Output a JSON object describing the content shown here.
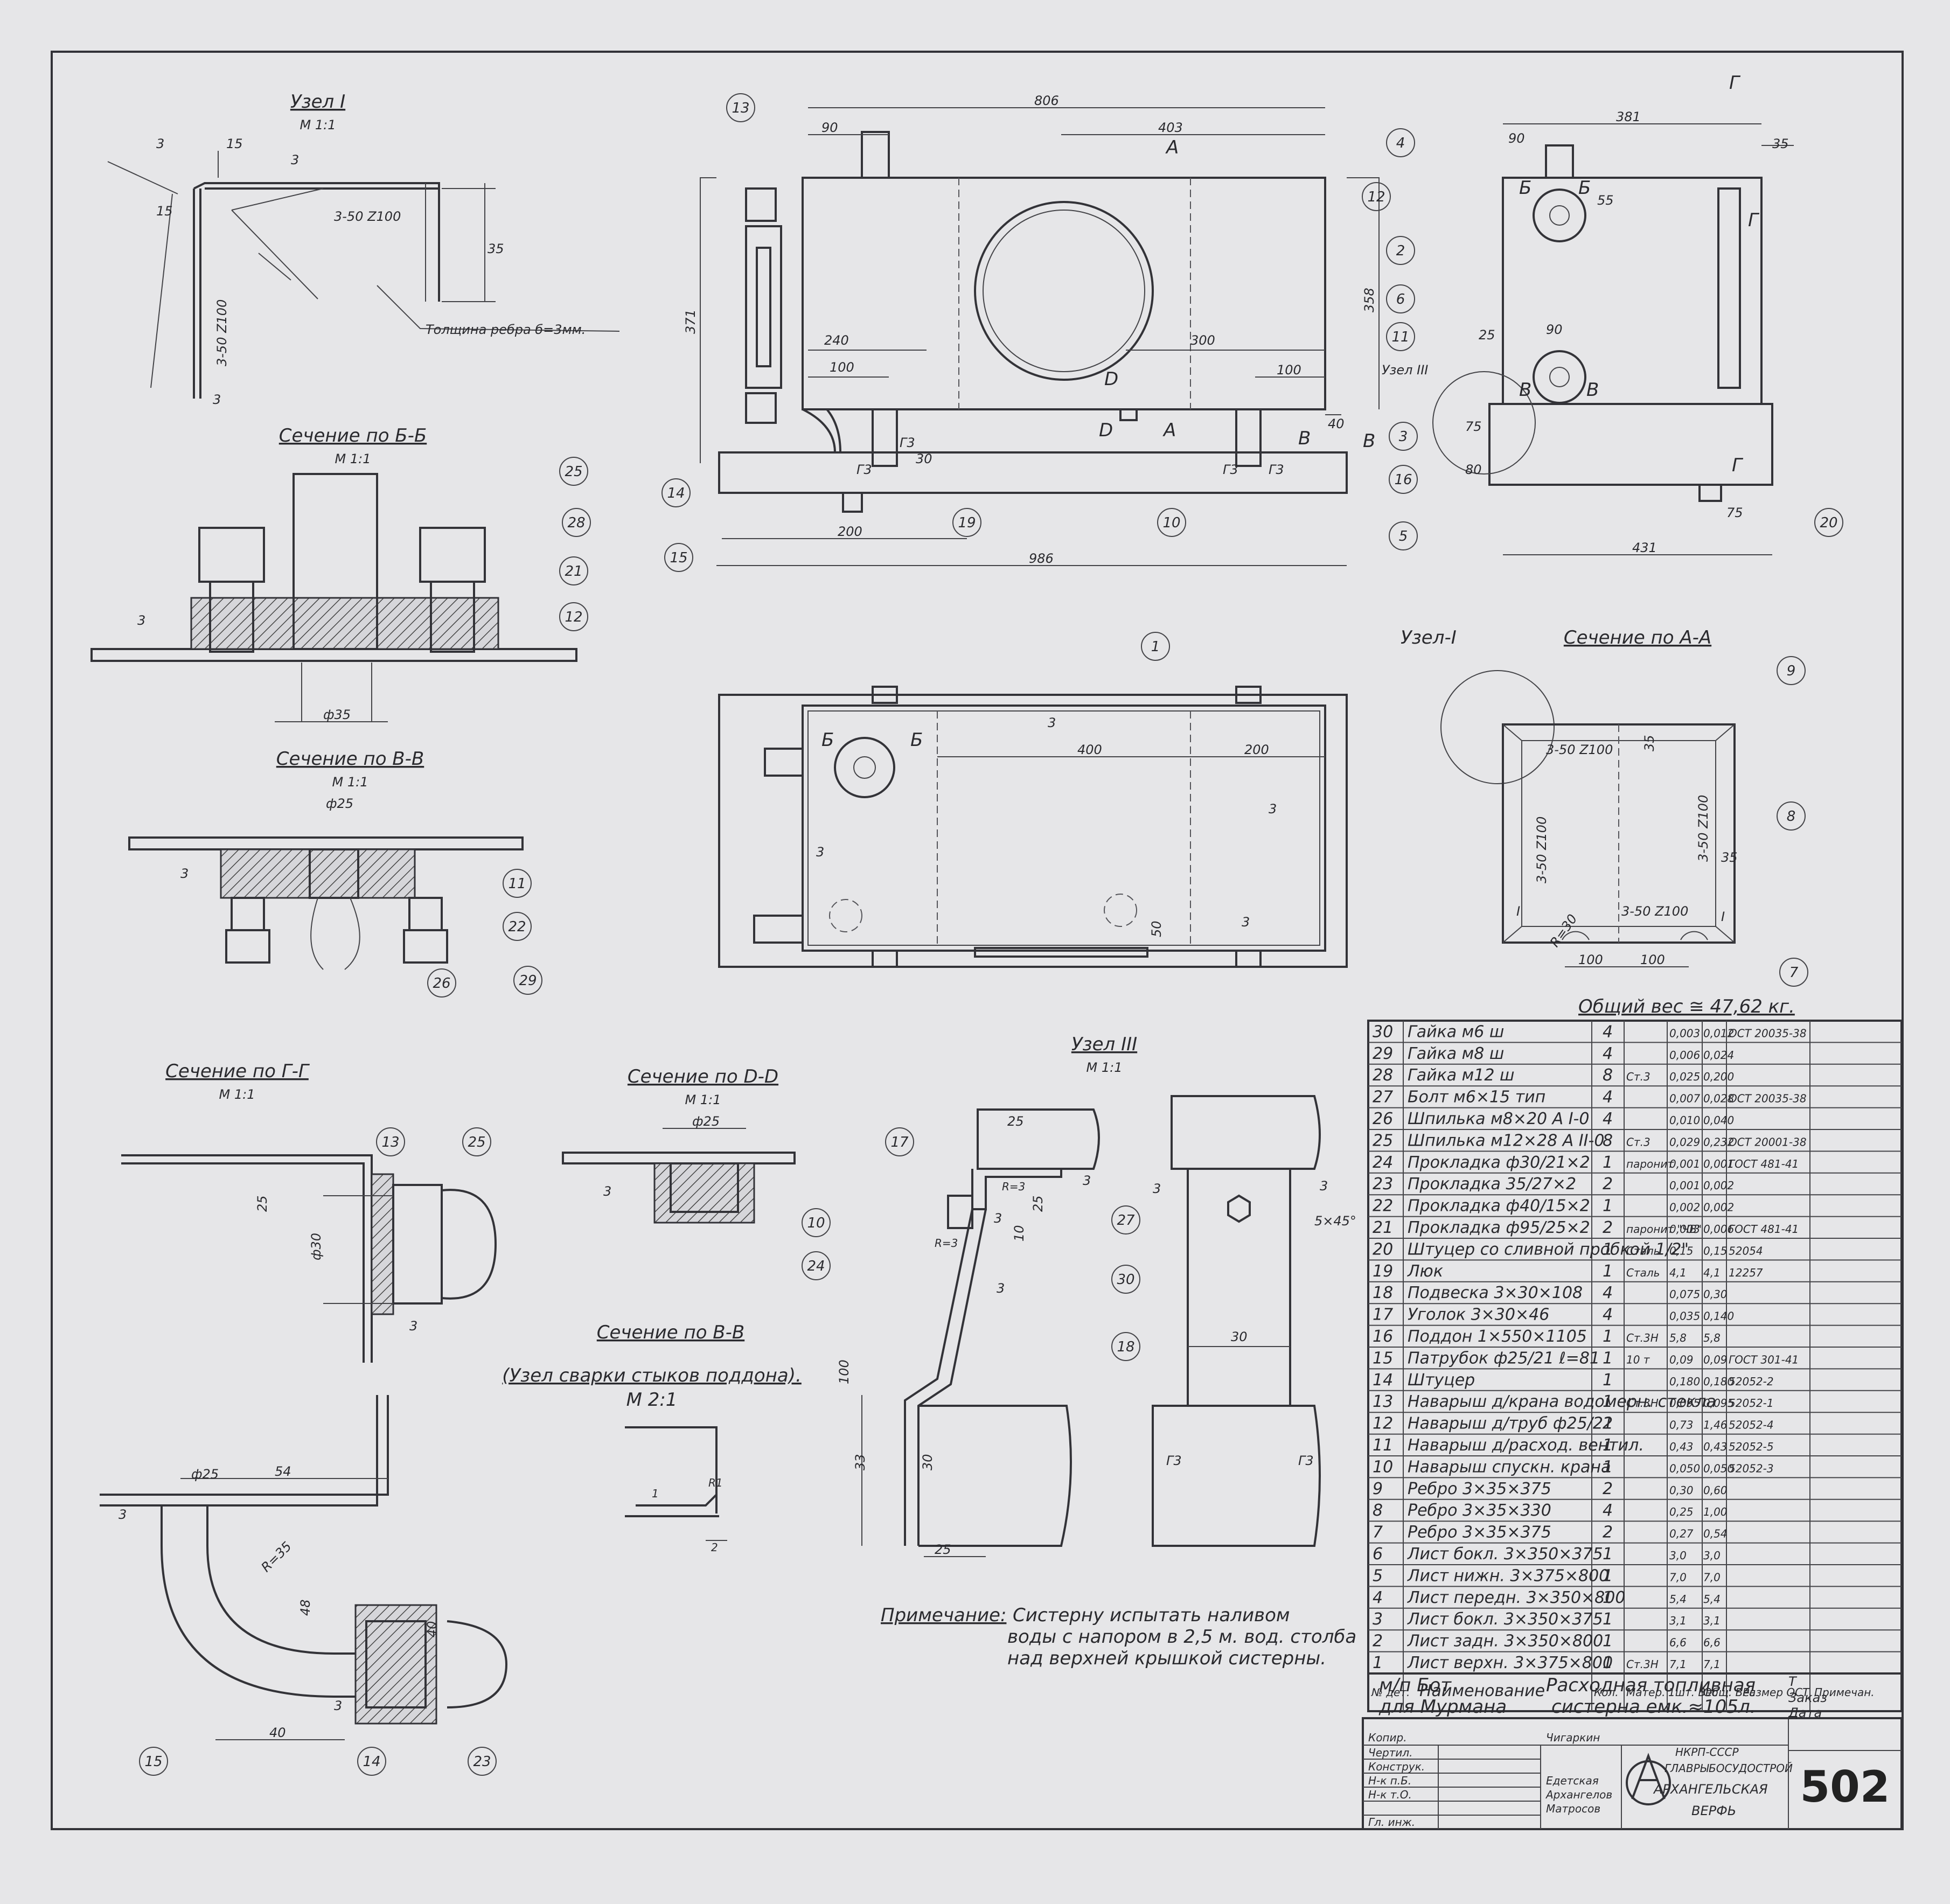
{
  "sheet": {
    "number": "502",
    "total_weight": "Общий вес ≅ 47,62 кг.",
    "note_label": "Примечание:",
    "note_text": [
      "Систерну испытать наливом",
      "воды с напором в 2,5 м. вод. столба",
      "над верхней крышкой систерны."
    ]
  },
  "views": {
    "uzel1": {
      "title": "Узел I",
      "scale": "М 1:1",
      "rib": "Толщина ребра б=3мм.",
      "weld": "3-50 Z100",
      "d": [
        "3",
        "15",
        "3",
        "15",
        "35",
        "3"
      ]
    },
    "sec_bb": {
      "title": "Сечение по Б-Б",
      "scale": "М 1:1",
      "dia": "ф35",
      "w": "3"
    },
    "sec_vv": {
      "title": "Сечение по В-В",
      "scale": "М 1:1",
      "dia": "ф25",
      "w": "3"
    },
    "sec_gg": {
      "title": "Сечение по Г-Г",
      "scale": "М 1:1",
      "d": [
        "25",
        "ф30",
        "3"
      ]
    },
    "sec_dd": {
      "title": "Сечение по D-D",
      "scale": "М 1:1",
      "dia": "ф25",
      "w": "3"
    },
    "uzel3": {
      "title": "Узел III",
      "scale": "М 1:1",
      "d": [
        "25",
        "3",
        "R=3",
        "25",
        "10",
        "3",
        "R=3",
        "3",
        "100",
        "33",
        "30",
        "25",
        "3",
        "3",
        "5×45°",
        "30",
        "Г3",
        "Г3"
      ]
    },
    "sec_vv2": {
      "title": "Сечение по В-В",
      "sub": "(Узел сварки стыков поддона).",
      "scale": "М 2:1",
      "d": [
        "R1",
        "1",
        "2"
      ]
    },
    "elbow": {
      "d": [
        "54",
        "ф25",
        "R=35",
        "48",
        "40",
        "40",
        "3",
        "3"
      ]
    },
    "front": {
      "d": [
        "806",
        "90",
        "403",
        "371",
        "358",
        "240",
        "100",
        "300",
        "100",
        "40",
        "200",
        "986",
        "30",
        "Г3",
        "Г3",
        "Г3",
        "Г3"
      ],
      "cuts": [
        "А",
        "А",
        "D",
        "D",
        "В",
        "В"
      ]
    },
    "side": {
      "d": [
        "381",
        "90",
        "35",
        "55",
        "25",
        "90",
        "75",
        "80",
        "75",
        "431",
        "Б",
        "Б",
        "В",
        "В",
        "Г",
        "Г",
        "Г"
      ],
      "uzel": "Узел III"
    },
    "plan": {
      "d": [
        "400",
        "200",
        "3",
        "3",
        "3",
        "50",
        "3",
        "Б",
        "Б"
      ]
    },
    "aa": {
      "title": "Сечение по А-А",
      "uzel": "Узел-I",
      "d": [
        "35",
        "3-50 Z100",
        "3-50 Z100",
        "3-50 Z100",
        "3-50 Z100",
        "35",
        "R=30",
        "100",
        "100",
        "I",
        "I"
      ]
    }
  },
  "balloons": [
    "13",
    "4",
    "12",
    "2",
    "6",
    "11",
    "3",
    "16",
    "5",
    "20",
    "10",
    "19",
    "14",
    "15",
    "25",
    "28",
    "21",
    "12",
    "11",
    "22",
    "29",
    "26",
    "1",
    "9",
    "8",
    "7",
    "13",
    "25",
    "10",
    "24",
    "17",
    "27",
    "30",
    "18",
    "15",
    "14",
    "23"
  ],
  "bom": {
    "headers": [
      "№ дет.",
      "Наименование",
      "Кол.",
      "Матер.",
      "1шт. Вес",
      "Общ. Вес",
      "Размер ОСТ",
      "Примечан."
    ],
    "rows": [
      [
        "30",
        "Гайка м6 ш",
        "4",
        "",
        "0,003",
        "0,012",
        "ОСТ 20035-38"
      ],
      [
        "29",
        "Гайка м8 ш",
        "4",
        "",
        "0,006",
        "0,024",
        ""
      ],
      [
        "28",
        "Гайка м12 ш",
        "8",
        "Ст.3",
        "0,025",
        "0,200",
        ""
      ],
      [
        "27",
        "Болт м6×15 тип",
        "4",
        "",
        "0,007",
        "0,028",
        "ОСТ 20035-38"
      ],
      [
        "26",
        "Шпилька м8×20 А I-0",
        "4",
        "",
        "0,010",
        "0,040",
        ""
      ],
      [
        "25",
        "Шпилька м12×28 А II-0",
        "8",
        "Ст.3",
        "0,029",
        "0,232",
        "ОСТ 20001-38"
      ],
      [
        "24",
        "Прокладка ф30/21×2",
        "1",
        "паронит",
        "0,001",
        "0,001",
        "ГОСТ 481-41"
      ],
      [
        "23",
        "Прокладка 35/27×2",
        "2",
        "",
        "0,001",
        "0,002",
        ""
      ],
      [
        "22",
        "Прокладка ф40/15×2",
        "1",
        "",
        "0,002",
        "0,002",
        ""
      ],
      [
        "21",
        "Прокладка ф95/25×2",
        "2",
        "паронит \"ЧВ\"",
        "0,003",
        "0,006",
        "ГОСТ 481-41"
      ],
      [
        "20",
        "Штуцер со сливной пробкой 1/2\"",
        "1",
        "Сталь",
        "0,15",
        "0,15",
        "52054"
      ],
      [
        "19",
        "Люк",
        "1",
        "Сталь",
        "4,1",
        "4,1",
        "12257"
      ],
      [
        "18",
        "Подвеска 3×30×108",
        "4",
        "",
        "0,075",
        "0,30",
        ""
      ],
      [
        "17",
        "Уголок 3×30×46",
        "4",
        "",
        "0,035",
        "0,140",
        ""
      ],
      [
        "16",
        "Поддон 1×550×1105",
        "1",
        "Ст.3Н",
        "5,8",
        "5,8",
        ""
      ],
      [
        "15",
        "Патрубок ф25/21 ℓ=81",
        "1",
        "10 т",
        "0,09",
        "0,09",
        "ГОСТ 301-41"
      ],
      [
        "14",
        "Штуцер",
        "1",
        "",
        "0,180",
        "0,180",
        "52052-2"
      ],
      [
        "13",
        "Наварыш д/крана водомерн. стекла",
        "1",
        "Ст.3Н",
        "0,095",
        "0,095",
        "52052-1"
      ],
      [
        "12",
        "Наварыш д/труб ф25/21",
        "2",
        "",
        "0,73",
        "1,46",
        "52052-4"
      ],
      [
        "11",
        "Наварыш д/расход. вентил.",
        "1",
        "",
        "0,43",
        "0,43",
        "52052-5"
      ],
      [
        "10",
        "Наварыш спускн. крана",
        "1",
        "",
        "0,050",
        "0,050",
        "52052-3"
      ],
      [
        "9",
        "Ребро 3×35×375",
        "2",
        "",
        "0,30",
        "0,60",
        ""
      ],
      [
        "8",
        "Ребро 3×35×330",
        "4",
        "",
        "0,25",
        "1,00",
        ""
      ],
      [
        "7",
        "Ребро 3×35×375",
        "2",
        "",
        "0,27",
        "0,54",
        ""
      ],
      [
        "6",
        "Лист бокл. 3×350×375",
        "1",
        "",
        "3,0",
        "3,0",
        ""
      ],
      [
        "5",
        "Лист нижн. 3×375×800",
        "1",
        "",
        "7,0",
        "7,0",
        ""
      ],
      [
        "4",
        "Лист передн. 3×350×800",
        "1",
        "",
        "5,4",
        "5,4",
        ""
      ],
      [
        "3",
        "Лист бокл. 3×350×375",
        "1",
        "",
        "3,1",
        "3,1",
        ""
      ],
      [
        "2",
        "Лист задн. 3×350×800",
        "1",
        "",
        "6,6",
        "6,6",
        ""
      ],
      [
        "1",
        "Лист верхн. 3×375×800",
        "1",
        "Ст.3Н",
        "7,1",
        "7,1",
        ""
      ]
    ]
  },
  "title_block": {
    "vessel": "м/п Бот",
    "for": "для Мурмана",
    "name1": "Расходная топливная",
    "name2": "систерна емк.≈105л.",
    "right": [
      "Т",
      "Заказ",
      "Дата"
    ],
    "roles": [
      "Копир.",
      "Чертил.",
      "Конструк.",
      "Н-к п.Б.",
      "Н-к т.О.",
      "Гл. инж."
    ],
    "signatures": [
      "Чигаркин",
      "Едетская",
      "Архангелов",
      "Матросов"
    ],
    "org1": "НКРП-СССР",
    "org2": "ГЛАВРЫБОСУДОСТРОЙ",
    "org3": "АРХАНГЕЛЬСКАЯ",
    "org4": "ВЕРФЬ"
  }
}
